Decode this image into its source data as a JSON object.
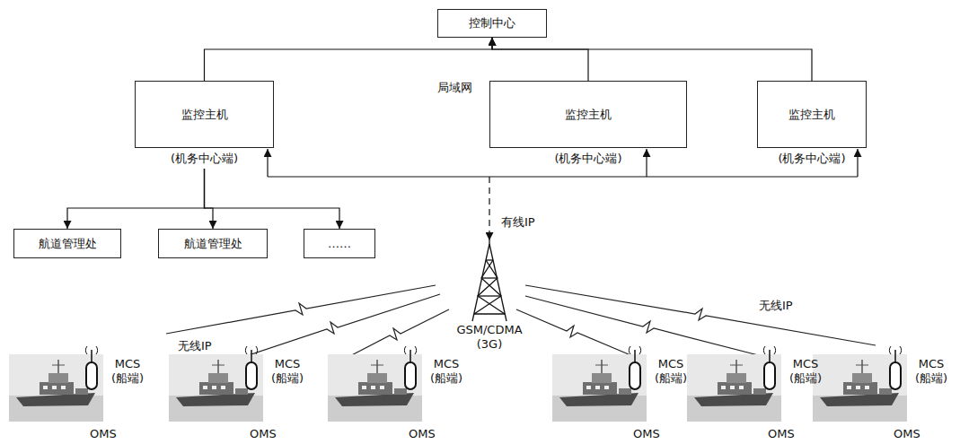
{
  "diagram": {
    "nodes": [
      {
        "text": [
          "控制中心"
        ]
      },
      {
        "text": [
          "监控主机",
          "(机务中心端)"
        ]
      },
      {
        "text": [
          "监控主机",
          "(机务中心端)"
        ]
      },
      {
        "text": [
          "监控主机",
          "(机务中心端)"
        ]
      },
      {
        "text": [
          "航道管理处"
        ]
      },
      {
        "text": [
          "航道管理处"
        ]
      },
      {
        "text": [
          "……"
        ]
      }
    ],
    "edges": [
      {
        "from": 1,
        "to": 0,
        "arrow": "to"
      },
      {
        "from": 2,
        "to": 0,
        "arrow": "to"
      },
      {
        "from": 3,
        "to": 0,
        "arrow": "to"
      },
      {
        "from": 1,
        "to": 4,
        "arrow": "to"
      },
      {
        "from": 1,
        "to": 5,
        "arrow": "to"
      },
      {
        "from": 1,
        "to": 6,
        "arrow": "to"
      }
    ],
    "labels": [
      "局域网",
      "有线IP",
      "无线IP",
      "无线IP",
      "GSM/CDMA (3G)",
      "MCS (船端)",
      "MCS (船端)",
      "MCS (船端)",
      "MCS (船端)",
      "MCS (船端)",
      "MCS (船端)",
      "OMS",
      "OMS",
      "OMS",
      "OMS",
      "OMS",
      "OMS"
    ]
  }
}
